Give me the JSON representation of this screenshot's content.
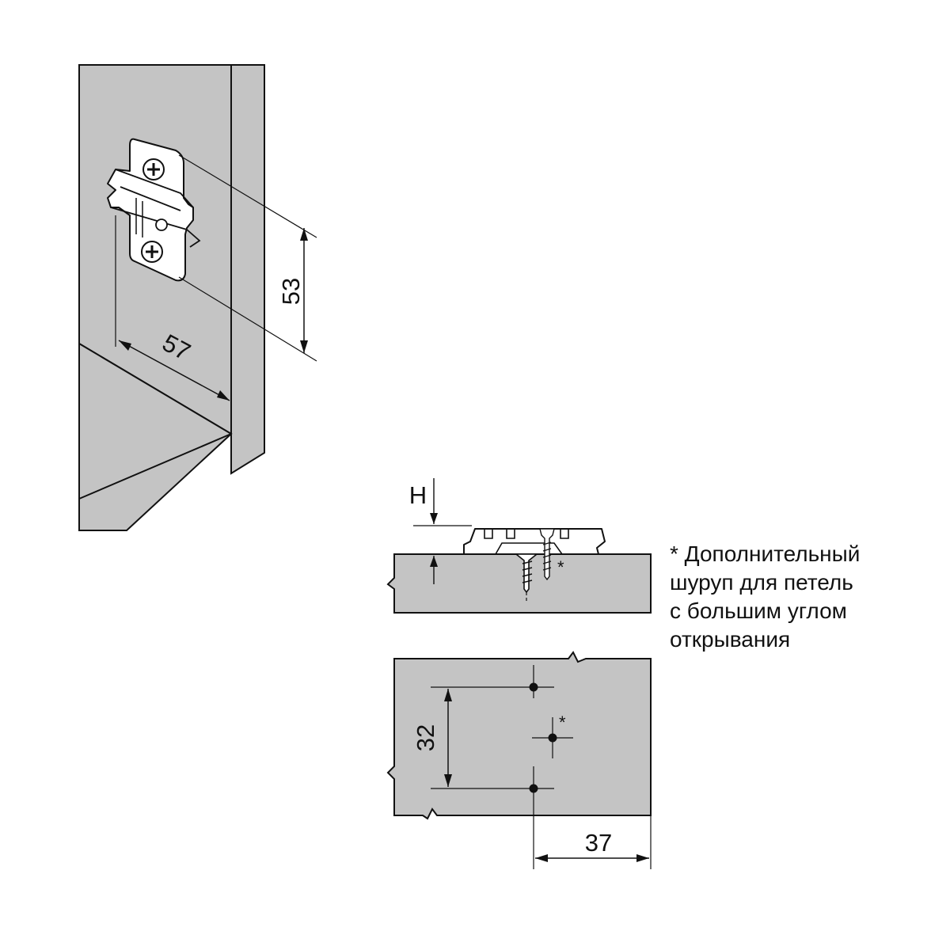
{
  "dimensions": {
    "height_53": "53",
    "width_57": "57",
    "hole_spacing_32": "32",
    "edge_offset_37": "37",
    "height_label": "H"
  },
  "asterisk": "*",
  "note": {
    "line1": "* Дополнительный",
    "line2": "шуруп для петель",
    "line3": "с большим углом",
    "line4": "открывания"
  },
  "colors": {
    "panel_fill": "#c4c4c4",
    "outline": "#111111"
  }
}
